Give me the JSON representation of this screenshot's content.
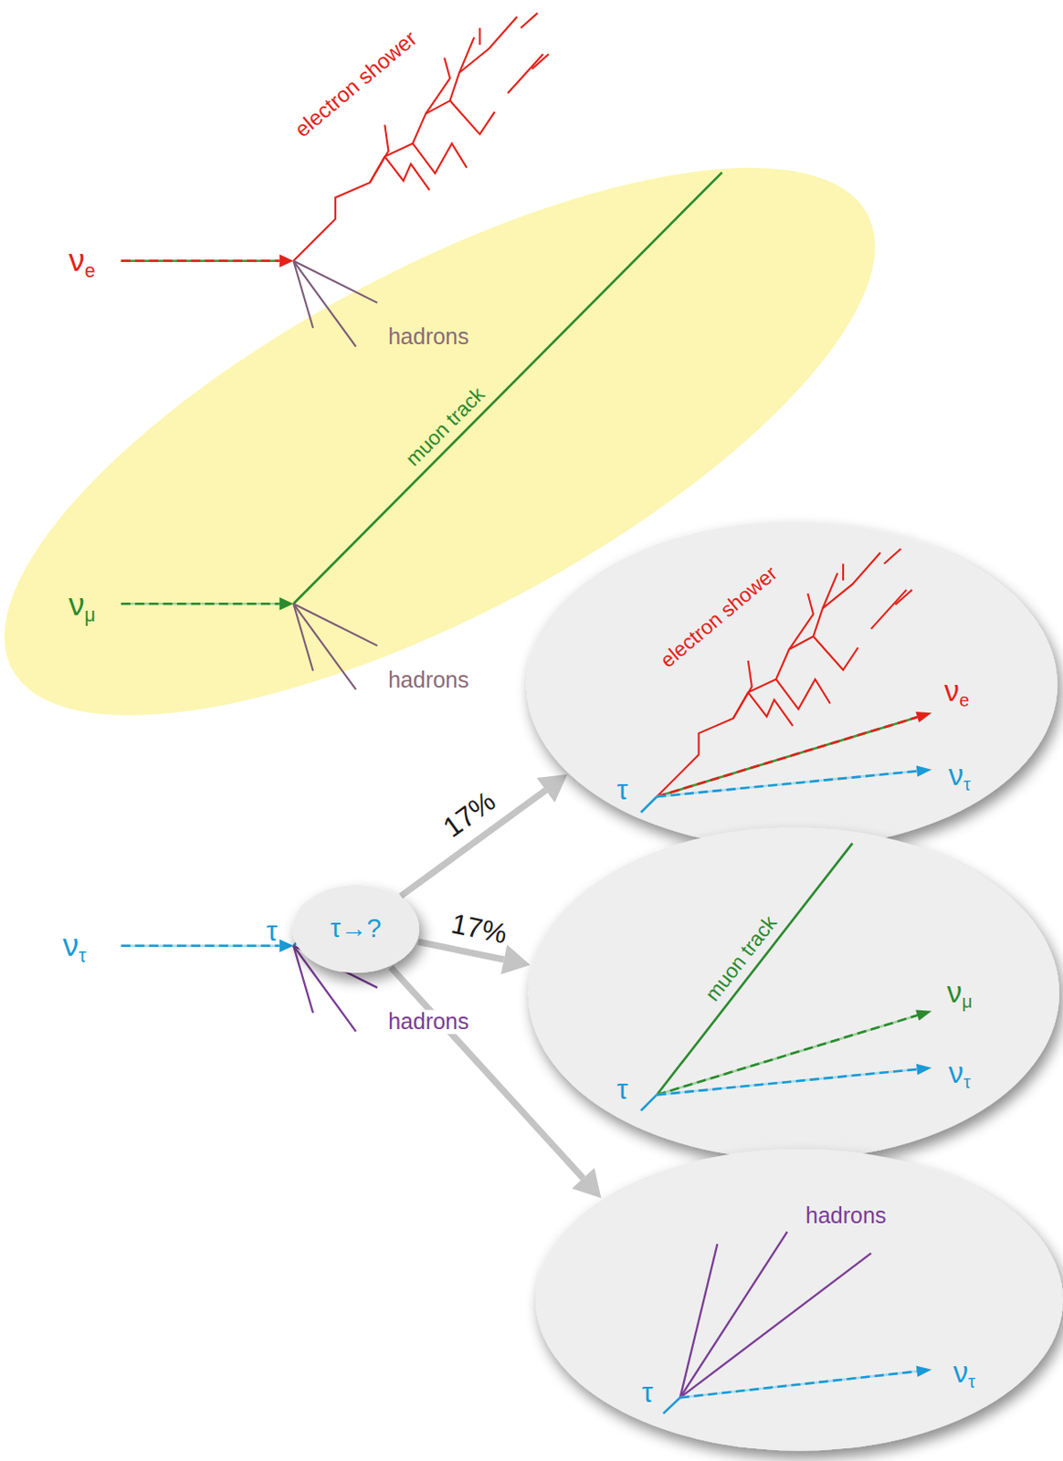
{
  "diagram": {
    "nodes": [
      {
        "text": [
          "hadrons",
          "muon track",
          "hadrons"
        ]
      },
      {
        "text": [
          "τ→?"
        ]
      },
      {
        "text": [
          "electron shower",
          "νe",
          "τ",
          "ντ"
        ]
      },
      {
        "text": [
          "muon track",
          "νμ",
          "τ",
          "ντ"
        ]
      },
      {
        "text": [
          "hadrons",
          "τ",
          "ντ"
        ]
      }
    ],
    "edges": [
      {
        "from": 1,
        "to": 2,
        "arrow": "to",
        "label": "17%"
      },
      {
        "from": 1,
        "to": 3,
        "arrow": "to",
        "label": "17%"
      },
      {
        "from": 1,
        "to": 4,
        "arrow": "to"
      }
    ],
    "labels": [
      "electron shower",
      "νe",
      "νμ",
      "ντ",
      "τ",
      "hadrons"
    ]
  }
}
